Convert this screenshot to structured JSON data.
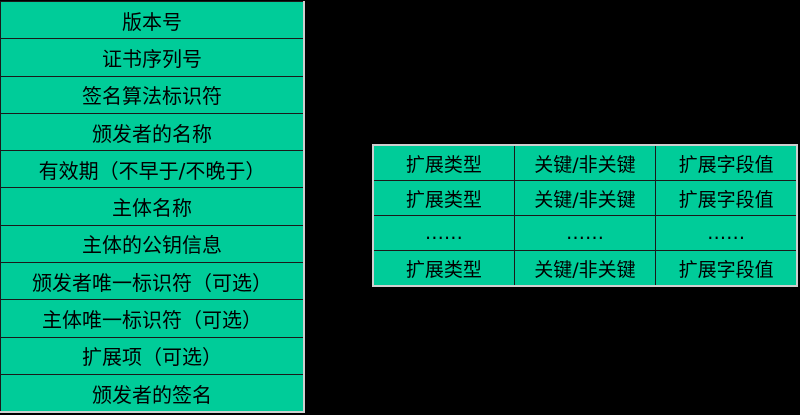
{
  "certificate_fields": [
    "版本号",
    "证书序列号",
    "签名算法标识符",
    "颁发者的名称",
    "有效期（不早于/不晚于）",
    "主体名称",
    "主体的公钥信息",
    "颁发者唯一标识符（可选）",
    "主体唯一标识符（可选）",
    "扩展项（可选）",
    "颁发者的签名"
  ],
  "extension_table": {
    "rows": [
      [
        "扩展类型",
        "关键/非关键",
        "扩展字段值"
      ],
      [
        "扩展类型",
        "关键/非关键",
        "扩展字段值"
      ],
      [
        "……",
        "……",
        "……"
      ],
      [
        "扩展类型",
        "关键/非关键",
        "扩展字段值"
      ]
    ]
  },
  "colors": {
    "cell_fill": "#00cc99",
    "background": "#000000",
    "grid": "#1a1a1a"
  }
}
